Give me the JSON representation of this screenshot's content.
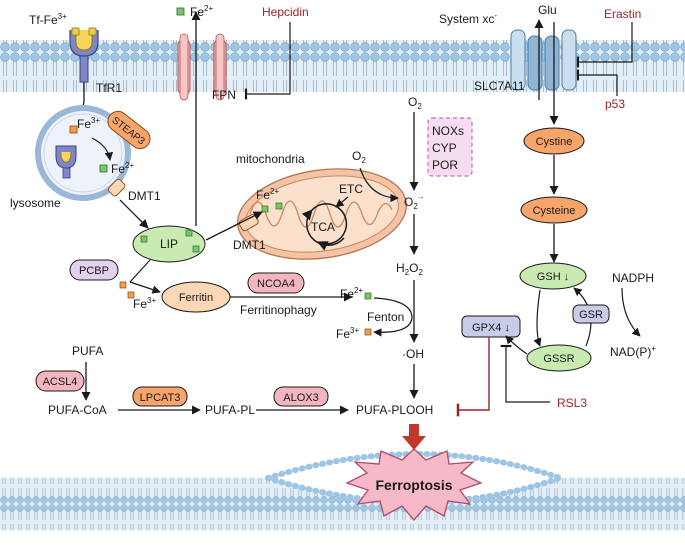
{
  "labels": {
    "tf_fe": "Tf-Fe",
    "tf_fe_sup": "3+",
    "tfr1": "TfR1",
    "fe2_top": "Fe",
    "fe2_top_sup": "2+",
    "hepcidin": "Hepcidin",
    "fpn": "FPN",
    "system_xc": "System xc",
    "system_xc_sup": "-",
    "glu": "Glu",
    "erastin": "Erastin",
    "slc7a11": "SLC7A11",
    "p53": "p53",
    "steap3": "STEAP3",
    "lys_fe3": "Fe",
    "lys_fe3_sup": "3+",
    "lys_fe2": "Fe",
    "lys_fe2_sup": "2+",
    "dmt1_lys": "DMT1",
    "lysosome": "lysosome",
    "mitochondria": "mitochondria",
    "mito_fe2": "Fe",
    "mito_fe2_sup": "2+",
    "etc": "ETC",
    "tca": "TCA",
    "dmt1_mito": "DMT1",
    "o2_top": "O",
    "o2_top_sub": "2",
    "o2_mito": "O",
    "o2_mito_sub": "2",
    "nox_1": "NOXs",
    "nox_2": "CYP",
    "nox_3": "POR",
    "superoxide": "O",
    "superoxide_sub": "2",
    "superoxide_sup": "·-",
    "h2o2_a": "H",
    "h2o2_sub1": "2",
    "h2o2_b": "O",
    "h2o2_sub2": "2",
    "lip": "LIP",
    "pcbp": "PCBP",
    "ferritin": "Ferritin",
    "ferritin_fe3": "Fe",
    "ferritin_fe3_sup": "3+",
    "ncoa4": "NCOA4",
    "ferritinophagy": "Ferritinophagy",
    "fenton_fe2": "Fe",
    "fenton_fe2_sup": "2+",
    "fenton": "Fenton",
    "fenton_fe3": "Fe",
    "fenton_fe3_sup": "3+",
    "oh": "·OH",
    "cystine": "Cystine",
    "cysteine": "Cysteine",
    "gsh": "GSH ↓",
    "nadph": "NADPH",
    "gsr": "GSR",
    "gssr": "GSSR",
    "nadp": "NAD(P)",
    "nadp_sup": "+",
    "gpx4": "GPX4 ↓",
    "rsl3": "RSL3",
    "pufa": "PUFA",
    "acsl4": "ACSL4",
    "pufa_coa": "PUFA-CoA",
    "lpcat3": "LPCAT3",
    "pufa_pl": "PUFA-PL",
    "alox3": "ALOX3",
    "pufa_plooh": "PUFA-PLOOH",
    "ferroptosis": "Ferroptosis"
  },
  "colors": {
    "membrane_head": "#9ec6e4",
    "membrane_band": "#e3eef7",
    "pill_orange": "#f7a56a",
    "pill_green": "#c9ebb1",
    "pill_pink": "#f3b6bf",
    "pill_lavender": "#e2d2ef",
    "pill_periwinkle": "#c9cce8",
    "pill_peach": "#fbd7b6",
    "burst": "#f6b9c7",
    "inhibitor_red": "#9b2226",
    "nox_box": "#f6dcef",
    "iron_green": "#7cc46b",
    "iron_orange": "#f29b4b"
  }
}
